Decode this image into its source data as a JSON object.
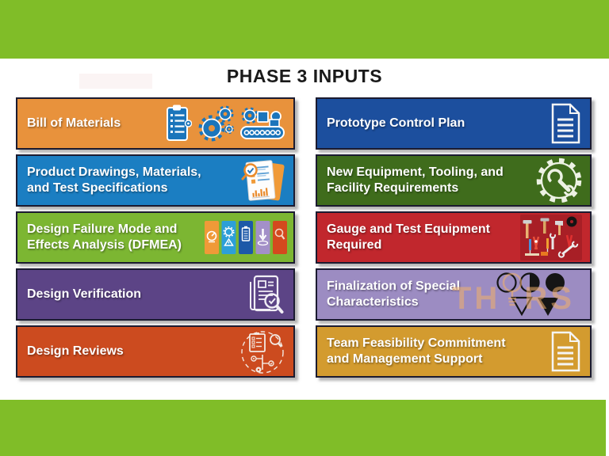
{
  "title": "PHASE 3 INPUTS",
  "brand": {
    "band_green": "#80BD28",
    "border_dark": "#1B1B30",
    "icon_blue": "#1B75BB"
  },
  "boxes_left": [
    {
      "label": "Bill of Materials",
      "color": "#E8923C",
      "icons": [
        "checklist-clipboard",
        "gears",
        "conveyor-belt"
      ]
    },
    {
      "label": "Product Drawings, Materials, and Test Specifications",
      "color": "#1B7EC2",
      "icons": [
        "documents-folder-magnifier"
      ]
    },
    {
      "label": "Design Failure Mode and Effects Analysis (DFMEA)",
      "color": "#7CB632",
      "icons": [
        "gauge-tile",
        "gear-warning-tile",
        "checklist-tile",
        "download-tile",
        "magnifier-tile"
      ]
    },
    {
      "label": "Design Verification",
      "color": "#5C4486",
      "icons": [
        "document-magnifier"
      ]
    },
    {
      "label": "Design Reviews",
      "color": "#CC4B1F",
      "icons": [
        "review-checklist-flow"
      ]
    }
  ],
  "boxes_right": [
    {
      "label": "Prototype Control Plan",
      "color": "#1C4F9E",
      "icons": [
        "document-lines"
      ]
    },
    {
      "label": "New Equipment, Tooling, and Facility Requirements",
      "color": "#3F6C1C",
      "icons": [
        "gear-wrench"
      ]
    },
    {
      "label": "Gauge and Test Equipment Required",
      "color": "#C1272D",
      "icons": [
        "tool-kit"
      ]
    },
    {
      "label": "Finalization of Special Characteristics",
      "color": "#9C8CC2",
      "icons": [
        "special-characteristic-symbols"
      ]
    },
    {
      "label": "Team Feasibility Commitment and Management Support",
      "color": "#D39B2F",
      "icons": [
        "document-lines"
      ]
    }
  ],
  "watermark": {
    "text_left": "TH",
    "text_right": "RS",
    "icon": "lightbulb"
  }
}
